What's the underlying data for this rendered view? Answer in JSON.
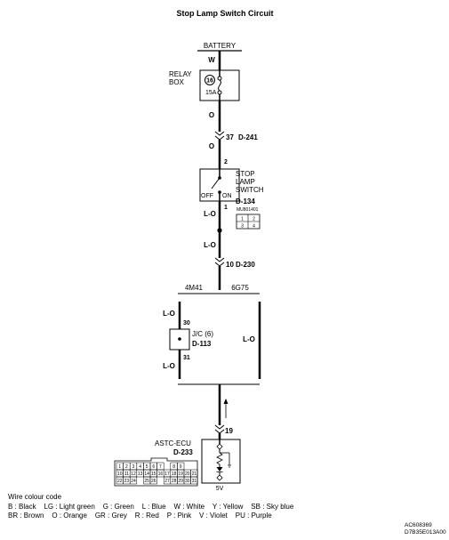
{
  "title": "Stop Lamp Switch Circuit",
  "battery": {
    "label": "BATTERY",
    "wire": "W"
  },
  "relay_box": {
    "label_line1": "RELAY",
    "label_line2": "BOX",
    "fuse_no": "16",
    "rating": "15A"
  },
  "wires": {
    "w1": "O",
    "w2": "O",
    "w3": "L-O",
    "w4": "L-O",
    "w5": "L-O",
    "w6": "L-O",
    "w7": "L-O"
  },
  "connectors": {
    "c1": {
      "pin": "37",
      "name": "D-241"
    },
    "c2": {
      "pin": "10",
      "name": "D-230"
    },
    "c3": {
      "pin": "19"
    }
  },
  "stop_lamp_switch": {
    "label_line1": "STOP",
    "label_line2": "LAMP",
    "label_line3": "SWITCH",
    "connector": "D-134",
    "pin_top": "2",
    "pin_bottom": "1",
    "state_off": "OFF",
    "state_on": "ON",
    "part_no": "MU801401",
    "pins": [
      "1",
      "2",
      "3",
      "4"
    ]
  },
  "variants": {
    "left": "4M41",
    "right": "6G75"
  },
  "joint_connector": {
    "label": "J/C (6)",
    "connector": "D-113",
    "pin_top": "30",
    "pin_bottom": "31"
  },
  "ecu": {
    "label": "ASTC-ECU",
    "connector": "D-233",
    "voltage": "5V",
    "pins_row1": [
      "1",
      "2",
      "3",
      "4",
      "5",
      "6",
      "7",
      "",
      "8",
      "9"
    ],
    "pins_row2": [
      "10",
      "11",
      "12",
      "13",
      "14",
      "15",
      "16",
      "17",
      "18",
      "19",
      "20",
      "21"
    ],
    "pins_row3": [
      "22",
      "23",
      "24",
      "",
      "25",
      "26",
      "",
      "27",
      "28",
      "29",
      "30",
      "31"
    ]
  },
  "legend": {
    "title": "Wire colour code",
    "line1": "B : Black    LG : Light green    G : Green    L : Blue    W : White    Y : Yellow    SB : Sky blue",
    "line2": "BR : Brown    O : Orange    GR : Grey    R : Red    P : Pink    V : Violet    PU : Purple"
  },
  "codes": {
    "line1": "AC608369",
    "line2": "D7B35E013A00"
  }
}
